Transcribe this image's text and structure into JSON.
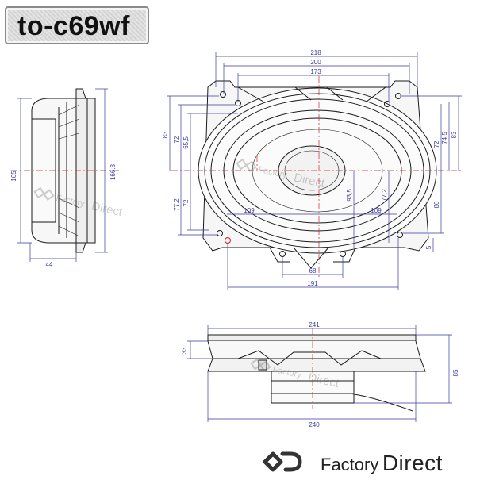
{
  "title": "to-c69wf",
  "watermark": {
    "word1": "Factory",
    "word2": "Direct"
  },
  "brand": {
    "word1": "Factory",
    "word2": "Direct"
  },
  "side_view_dims": {
    "height_total": "165",
    "height_inner": "166.3",
    "depth": "44"
  },
  "front_view_dims": {
    "width_outer": "218",
    "width_mid": "200",
    "width_inner": "173",
    "left_83": "83",
    "left_72": "72",
    "left_65_5": "65,5",
    "left_77_2": "77,2",
    "left_72b": "72",
    "center_93_5": "93,5",
    "center_77_2": "77,2",
    "half_109_left": "109",
    "half_109_right": "109",
    "right_72": "72",
    "right_74_5": "74,5",
    "right_83": "83",
    "right_80": "80",
    "right_5": "5",
    "bottom_68": "68",
    "bottom_191": "191"
  },
  "bottom_view_dims": {
    "top_241": "241",
    "left_33": "33",
    "right_85": "85",
    "bottom_240": "240"
  },
  "colors": {
    "line": "#1a1a1a",
    "dimension": "#3a3aa0",
    "centerline": "#d02020"
  }
}
